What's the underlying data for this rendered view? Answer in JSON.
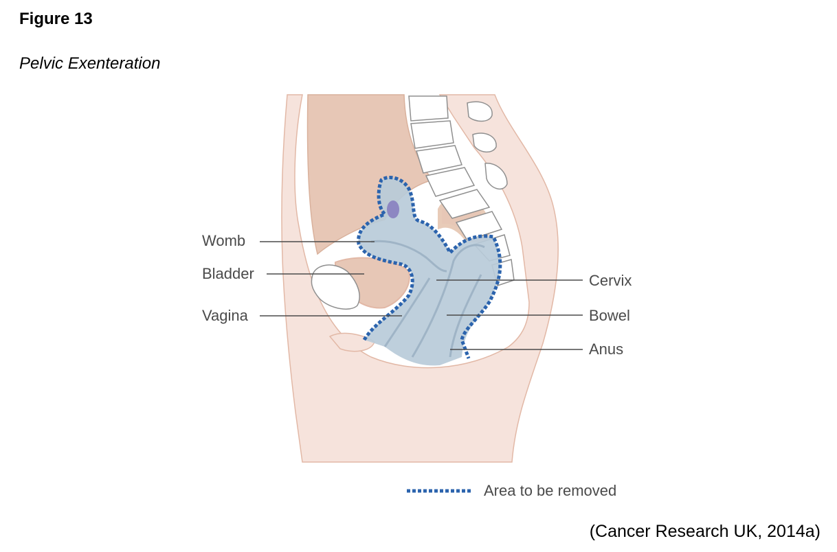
{
  "figure": {
    "number": "Figure 13",
    "title": "Pelvic Exenteration",
    "source": "(Cancer Research UK, 2014a)"
  },
  "labels": {
    "womb": "Womb",
    "bladder": "Bladder",
    "vagina": "Vagina",
    "cervix": "Cervix",
    "bowel": "Bowel",
    "anus": "Anus"
  },
  "legend": {
    "removed": "Area to be removed"
  },
  "colors": {
    "skin": "#f6e3dc",
    "skin_outline": "#e2b8a6",
    "organ": "#e7c7b6",
    "removed_fill": "#b9cbd9",
    "removed_border": "#2b63ad",
    "bone": "#ffffff",
    "bone_outline": "#8f8f8f",
    "line": "#4a4a4a"
  }
}
